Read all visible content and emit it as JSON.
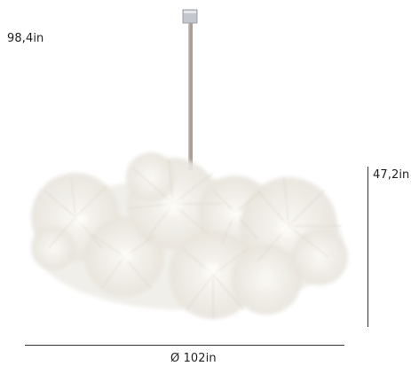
{
  "dimensions": {
    "height_total": "98,4in",
    "height_body": "47,2in",
    "diameter": "Ø 102in"
  },
  "figure": {
    "icon": "pendant-lamp-photo",
    "canopy_color": "#b9bcc4",
    "stem_color": "#a89e95",
    "shade_color": "#f1eee9"
  }
}
